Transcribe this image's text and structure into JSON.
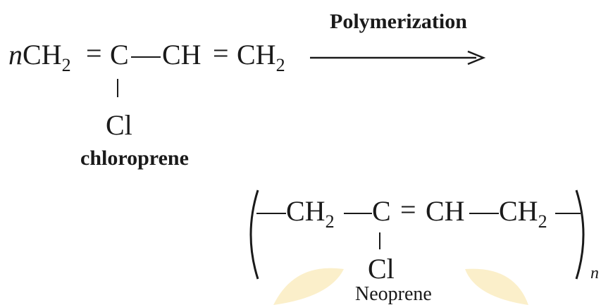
{
  "reaction": {
    "arrow_label": "Polymerization",
    "reactant": {
      "coefficient": "n",
      "ch2_left": "CH",
      "ch2_left_sub": "2",
      "eq1": "=",
      "c": "C",
      "ch": "CH",
      "eq2": "=",
      "ch2_right": "CH",
      "ch2_right_sub": "2",
      "substituent": "Cl",
      "name": "chloroprene"
    },
    "product": {
      "ch2_left": "CH",
      "ch2_left_sub": "2",
      "c": "C",
      "eq": "=",
      "ch": "CH",
      "ch2_right": "CH",
      "ch2_right_sub": "2",
      "substituent": "Cl",
      "repeat_subscript": "n",
      "name": "Neoprene"
    }
  },
  "colors": {
    "ink": "#1a1a1a",
    "watermark": "#f6d46a"
  }
}
